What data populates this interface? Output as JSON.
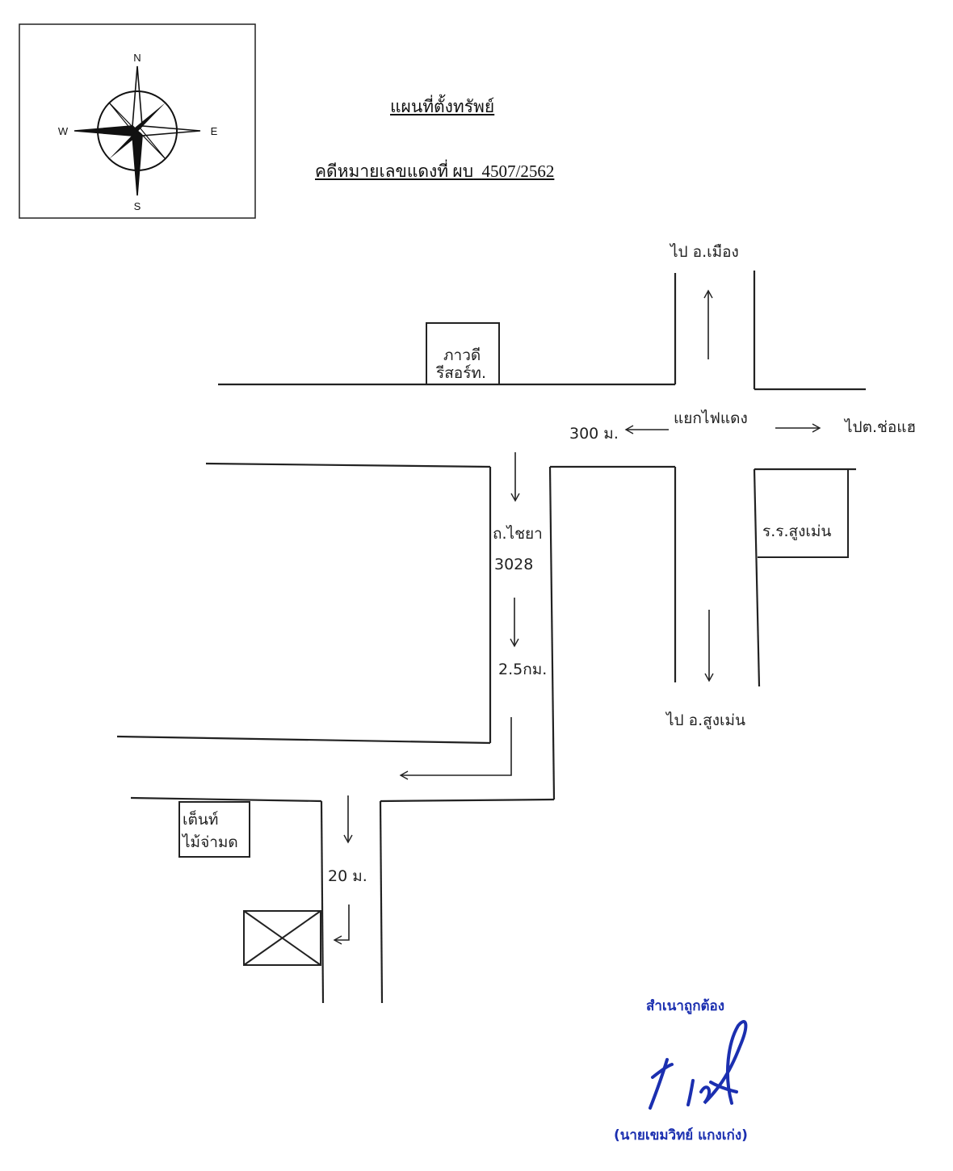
{
  "document": {
    "title": "แผนที่ตั้งทรัพย์",
    "case_label": "คดีหมายเลขแดงที่ ผบ",
    "case_number": "4507/2562"
  },
  "compass": {
    "north": "N",
    "south": "S",
    "east": "E",
    "west": "W"
  },
  "map": {
    "to_mueang": "ไป อ.เมือง",
    "intersection": "แยกไฟแดง",
    "distance_300m": "300 ม.",
    "to_chorae": "ไปต.ช่อแฮ",
    "resort_line1": "ภาวดี",
    "resort_line2": "รีสอร์ท.",
    "school": "ร.ร.สูงเม่น",
    "road_line1": "ถ.ไชยา",
    "road_line2": "3028",
    "distance_2_5km": "2.5กม.",
    "to_sungmen": "ไป อ.สูงเม่น",
    "tent_line1": "เต็นท์",
    "tent_line2": "ไม้จ่ามด",
    "distance_20m": "20 ม."
  },
  "stamp": {
    "certified": "สำเนาถูกต้อง",
    "signer": "(นายเขมวิทย์ แกงเก่ง)",
    "ink_color": "#1b2fb0"
  }
}
